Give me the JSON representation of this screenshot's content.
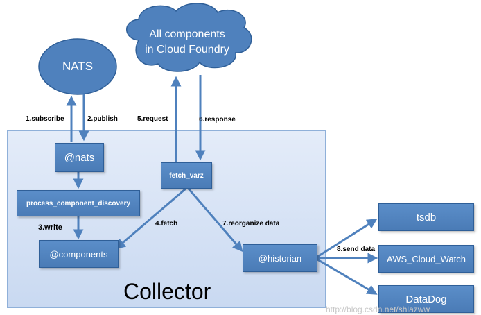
{
  "nodes": {
    "nats_oval": "NATS",
    "cloud": [
      "All components",
      "in Cloud Foundry"
    ],
    "nats_box": "@nats",
    "discovery": "process_component_discovery",
    "components": "@components",
    "fetch_varz": "fetch_varz",
    "historian": "@historian",
    "tsdb": "tsdb",
    "aws": "AWS_Cloud_Watch",
    "datadog": "DataDog",
    "collector": "Collector"
  },
  "edges": {
    "subscribe": "1.subscribe",
    "publish": "2.publish",
    "write": "3.write",
    "fetch": "4.fetch",
    "request": "5.request",
    "response": "6.response",
    "reorganize": "7.reorganize data",
    "send": "8.send data"
  },
  "watermark": "http://blog.csdn.net/shlazww",
  "colors": {
    "node_fill": "#4f81bd",
    "node_border": "#2f5f98",
    "arrow": "#4f81bd",
    "collector_fill": "#dce6f7",
    "collector_border": "#8fb0d9"
  }
}
